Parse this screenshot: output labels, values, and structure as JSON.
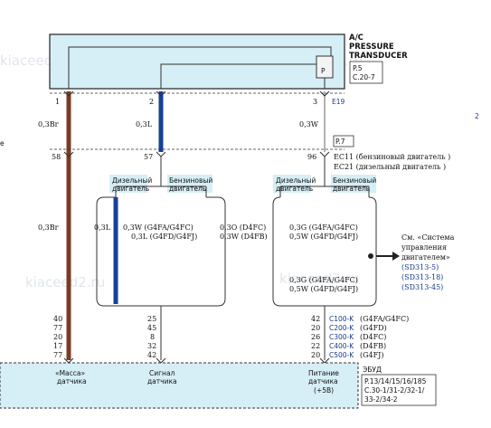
{
  "watermark": "kiaceed2.ru",
  "transducer": {
    "title_line1": "A/C",
    "title_line2": "PRESSURE",
    "title_line3": "TRANSDUCER",
    "ref_line1": "P.5",
    "ref_line2": "C.20-7",
    "p_label": "P"
  },
  "pins_top": {
    "p1": "1",
    "p2": "2",
    "p3": "3",
    "conn": "E19"
  },
  "wires_upper": {
    "w1": "0,3Br",
    "w2": "0,3L",
    "w3": "0,3W"
  },
  "mid_connector": {
    "p7": "P.7",
    "pin58": "58",
    "pin57": "57",
    "pin96": "96",
    "ec11": "EC11 (бензиновый     двигатель  )",
    "ec21": "EC21 (дизельный    двигатель   )"
  },
  "engine_labels": {
    "diesel_l1": "Дизельный",
    "diesel_l2": "двигатель",
    "petrol_l1": "Бензиновый",
    "petrol_l2": "двигатель"
  },
  "wires_lower": {
    "left_wire": "0,3Br",
    "sig_diesel": "0,3L",
    "sig_petrol_1": "0,3W (G4FA/G4FC)",
    "sig_petrol_2": "0,3L (G4FD/G4FJ)",
    "sig_d4_1": "0,3O (D4FC)",
    "sig_d4_2": "0,3W (D4FB)",
    "pw_a1": "0,3G (G4FA/G4FC)",
    "pw_a2": "0,5W (G4FD/G4FJ)",
    "pw_b1": "0,3G (G4FA/G4FC)",
    "pw_b2": "0,5W (G4FD/G4FJ)"
  },
  "see_ref": {
    "line1": "См. «Система",
    "line2": "управления",
    "line3": "двигателем»",
    "ref1": "(SD313-5)",
    "ref2": "(SD313-18)",
    "ref3": "(SD313-45)"
  },
  "pins_bottom": {
    "gnd": [
      "40",
      "77",
      "20",
      "17",
      "77"
    ],
    "sig": [
      "25",
      "45",
      "8",
      "32",
      "42"
    ],
    "pwr": [
      "42",
      "20",
      "26",
      "22",
      "20"
    ],
    "conn": [
      "C100-K",
      "C200-K",
      "C300-K",
      "C400-K",
      "C500-K"
    ],
    "eng": [
      "(G4FA/G4FC)",
      "(G4FD)",
      "(D4FC)",
      "(D4FB)",
      "(G4FJ)"
    ]
  },
  "ecu": {
    "gnd_l1": "«Масса»",
    "gnd_l2": "датчика",
    "sig_l1": "Сигнал",
    "sig_l2": "датчика",
    "pwr_l1": "Питание",
    "pwr_l2": "датчика",
    "pwr_l3": "(+5В)",
    "title": "ЭБУД",
    "ref_line1": "P.13/14/15/16/185",
    "ref_line2": "C.30-1/31-2/32-1/",
    "ref_line3": "33-2/34-2"
  },
  "left_edge": {
    "fragment": "е"
  },
  "right_edge": {
    "fragment": "2"
  },
  "colors": {
    "box_fill": "#d6eef6",
    "box_stroke": "#222222",
    "wire_brown": "#7a3b24",
    "wire_blue": "#17409a",
    "ref_blue": "#1a3a8a",
    "label_fill": "#d6eef6"
  }
}
